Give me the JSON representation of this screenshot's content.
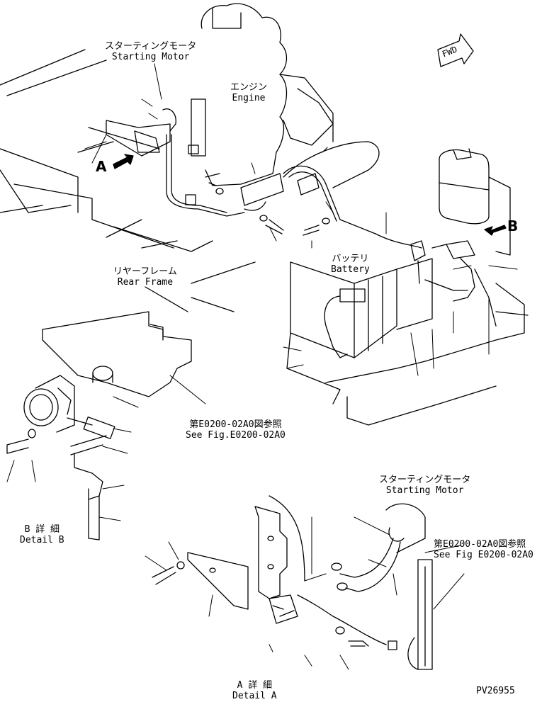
{
  "labels": {
    "starting_motor_top": {
      "jp": "スターティングモータ",
      "en": "Starting Motor"
    },
    "engine": {
      "jp": "エンジン",
      "en": "Engine"
    },
    "fwd": "FWD",
    "battery": {
      "jp": "バッテリ",
      "en": "Battery"
    },
    "rear_frame": {
      "jp": "リヤーフレーム",
      "en": "Rear Frame"
    },
    "see_fig_mid": {
      "jp": "第E0200-02A0図参照",
      "en": "See Fig.E0200-02A0"
    },
    "starting_motor_bottom": {
      "jp": "スターティングモータ",
      "en": "Starting Motor"
    },
    "see_fig_right": {
      "jp": "第E0200-02A0図参照",
      "en": "See Fig E0200-02A0"
    },
    "detail_b": {
      "jp": "B 詳 細",
      "en": "Detail B"
    },
    "detail_a": {
      "jp": "A 詳 細",
      "en": "Detail A"
    },
    "callout_a": "A",
    "callout_b": "B",
    "drawing_number": "PV26955"
  },
  "colors": {
    "ink": "#000000",
    "paper": "#ffffff"
  }
}
